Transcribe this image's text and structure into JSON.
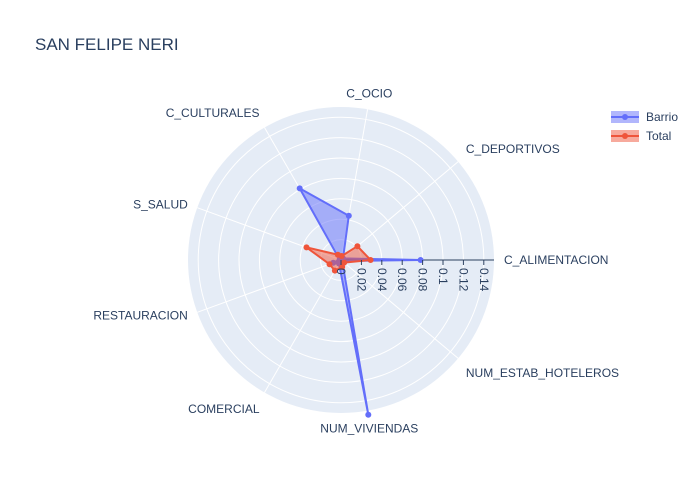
{
  "chart_data": {
    "type": "radar",
    "title": "SAN FELIPE NERI",
    "categories": [
      "C_ALIMENTACION",
      "C_DEPORTIVOS",
      "C_OCIO",
      "C_CULTURALES",
      "S_SALUD",
      "RESTAURACION",
      "COMERCIAL",
      "NUM_VIVIENDAS",
      "NUM_ESTAB_HOTELEROS"
    ],
    "radial_ticks": [
      "0",
      "0.02",
      "0.04",
      "0.06",
      "0.08",
      "0.1",
      "0.12",
      "0.14"
    ],
    "radial_range": [
      0,
      0.15
    ],
    "series": [
      {
        "name": "Barrio",
        "color": "#636efa",
        "values": [
          0.078,
          0.0025,
          0.044,
          0.081,
          0.0015,
          0.008,
          0.004,
          0.154,
          0.0015
        ]
      },
      {
        "name": "Total",
        "color": "#ef553b",
        "values": [
          0.029,
          0.021,
          0.004,
          0.006,
          0.036,
          0.012,
          0.012,
          0.007,
          0.004
        ]
      }
    ],
    "legend_position": "top-right"
  }
}
